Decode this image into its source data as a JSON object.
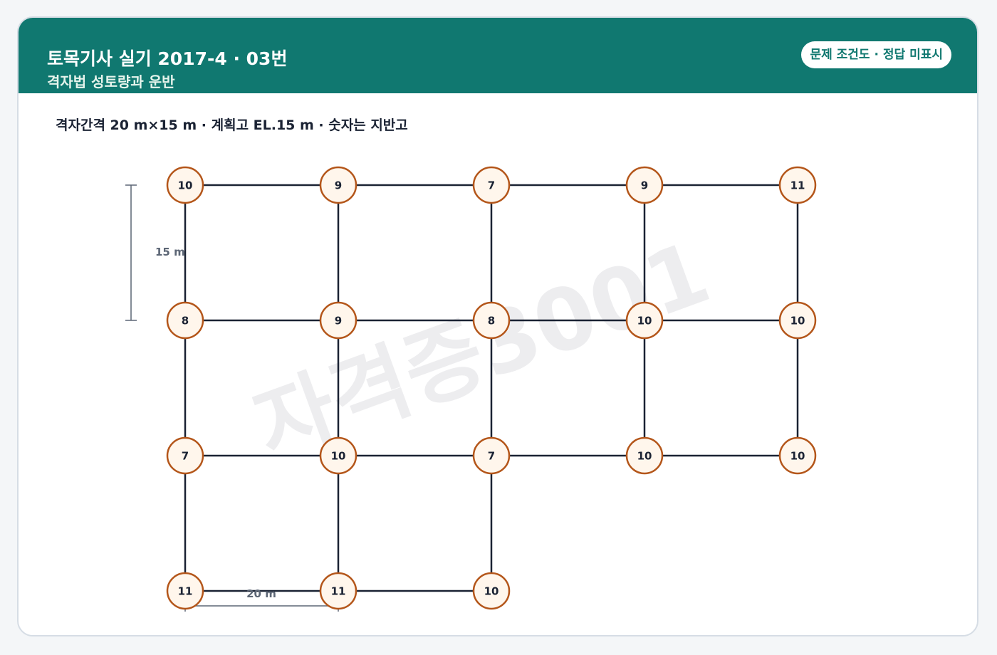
{
  "header": {
    "title": "토목기사 실기 2017-4 · 03번",
    "subtitle": "격자법 성토량과 운반",
    "badge": "문제 조건도 · 정답 미표시"
  },
  "caption": "격자간격 20 m×15 m · 계획고 EL.15 m · 숫자는 지반고",
  "watermark": "자격증3001",
  "colors": {
    "header_bg": "#107870",
    "node_stroke": "#b4561a",
    "node_fill": "#fff6ec",
    "grid_line": "#1a2233"
  },
  "dimensions": {
    "vertical_label": "15 m",
    "horizontal_label": "20 m"
  },
  "grid": {
    "rows": [
      [
        "10",
        "9",
        "7",
        "9",
        "11"
      ],
      [
        "8",
        "9",
        "8",
        "10",
        "10"
      ],
      [
        "7",
        "10",
        "7",
        "10",
        "10"
      ],
      [
        "11",
        "11",
        "10"
      ]
    ]
  }
}
